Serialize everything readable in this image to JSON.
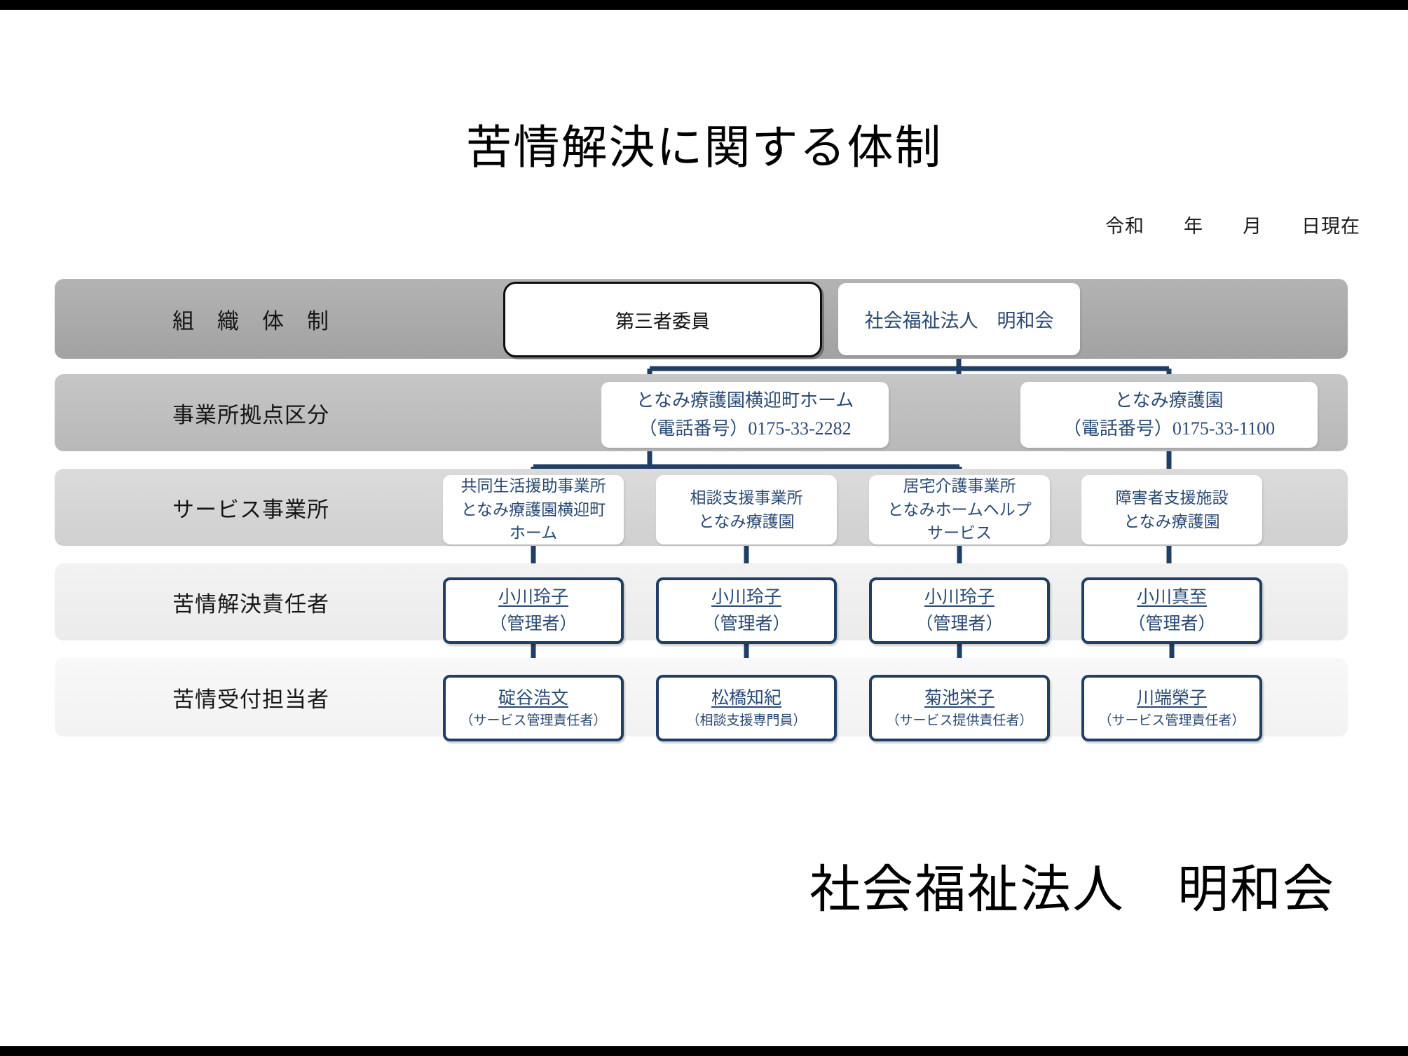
{
  "title": "苦情解決に関する体制",
  "date_line": "令和　　年　　月　　日現在",
  "footer": "社会福祉法人　明和会",
  "rows": [
    {
      "label": "組　織　体　制"
    },
    {
      "label": "事業所拠点区分"
    },
    {
      "label": "サービス事業所"
    },
    {
      "label": "苦情解決責任者"
    },
    {
      "label": "苦情受付担当者"
    }
  ],
  "organization": {
    "third_party_committee": "第三者委員",
    "corporation": "社会福祉法人　明和会"
  },
  "sites": [
    {
      "name": "となみ療護園横迎町ホーム",
      "phone": "（電話番号）0175-33-2282"
    },
    {
      "name": "となみ療護園",
      "phone": "（電話番号）0175-33-1100"
    }
  ],
  "services": [
    {
      "line1": "共同生活援助事業所",
      "line2": "となみ療護園横迎町",
      "line3": "ホーム"
    },
    {
      "line1": "相談支援事業所",
      "line2": "となみ療護園",
      "line3": ""
    },
    {
      "line1": "居宅介護事業所",
      "line2": "となみホームヘルプ",
      "line3": "サービス"
    },
    {
      "line1": "障害者支援施設",
      "line2": "となみ療護園",
      "line3": ""
    }
  ],
  "responsible_persons": [
    {
      "name": "小川玲子",
      "role": "（管理者）"
    },
    {
      "name": "小川玲子",
      "role": "（管理者）"
    },
    {
      "name": "小川玲子",
      "role": "（管理者）"
    },
    {
      "name": "小川真至",
      "role": "（管理者）"
    }
  ],
  "reception_persons": [
    {
      "name": "碇谷浩文",
      "role": "（サービス管理責任者）"
    },
    {
      "name": "松橋知紀",
      "role": "（相談支援専門員）"
    },
    {
      "name": "菊池栄子",
      "role": "（サービス提供責任者）"
    },
    {
      "name": "川端榮子",
      "role": "（サービス管理責任者）"
    }
  ],
  "colors": {
    "connector": "#1f3f66",
    "box_text": "#2a4a73",
    "band_darkest": "#a9a9a9",
    "band_lightest": "#f5f5f5"
  }
}
